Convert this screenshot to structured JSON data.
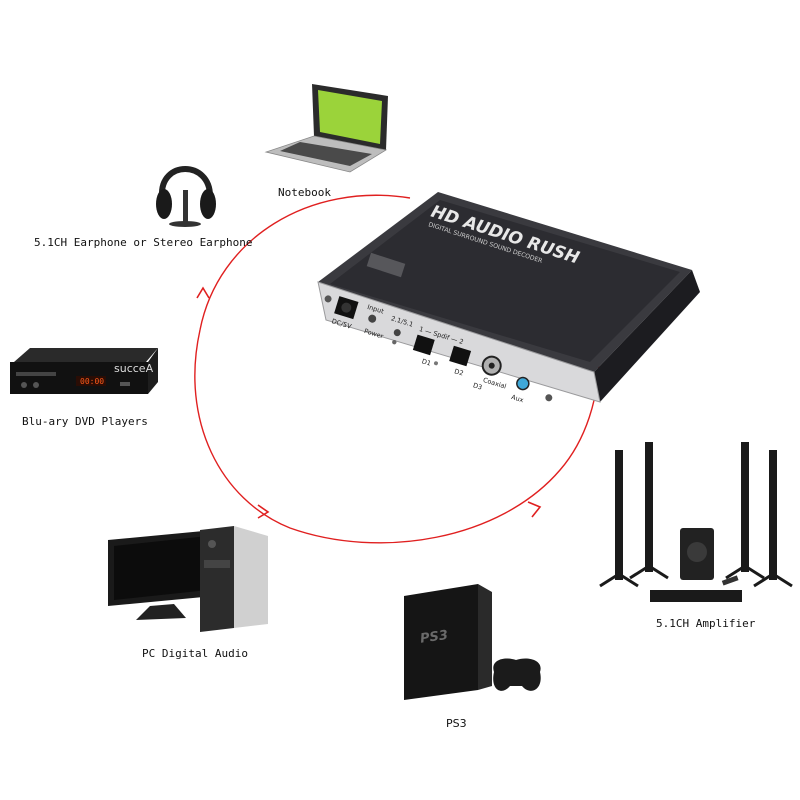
{
  "decoder": {
    "brand": "HD AUDIO RUSH",
    "subtitle": "DIGITAL SURROUND SOUND DECODER",
    "panel": {
      "dc": "DC/5V",
      "input": "Input",
      "mode": "2.1/5.1",
      "power": "Power",
      "spdif": "1 — Spdif — 2",
      "d1": "D1",
      "d2": "D2",
      "d3": "D3",
      "coaxial": "Coaxial",
      "aux": "Aux"
    }
  },
  "devices": {
    "notebook": "Notebook",
    "earphone": "5.1CH Earphone or Stereo Earphone",
    "dvd": "Blu-ary DVD Players",
    "dvd_display": "00:00",
    "dvd_brand": "succeA",
    "pc": "PC Digital Audio",
    "ps3": "PS3",
    "ps3_logo": "PS3",
    "amplifier": "5.1CH Amplifier"
  },
  "colors": {
    "loop": "#e02020",
    "decoder_body": "#2a2a2e",
    "panel": "#d9d9db",
    "laptop_screen": "#9bd33a"
  }
}
